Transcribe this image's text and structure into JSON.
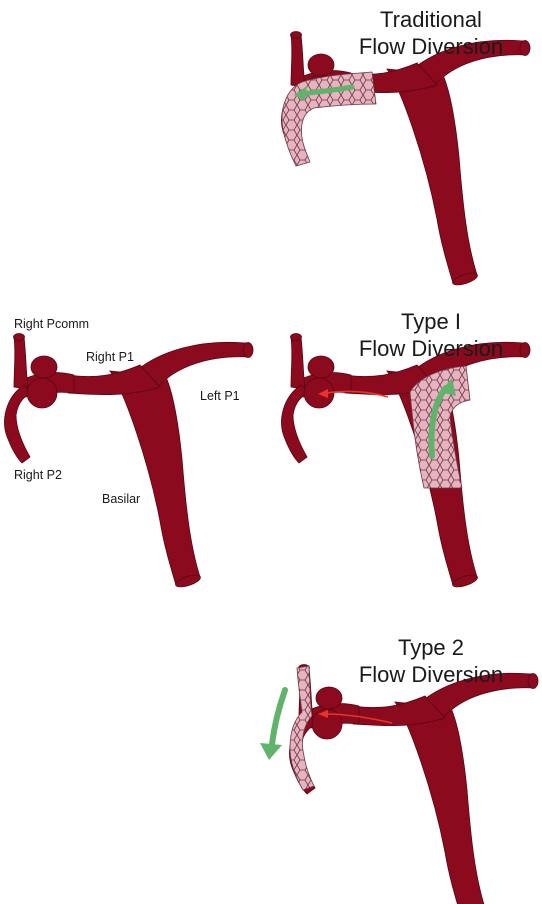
{
  "colors": {
    "vessel": "#8b0a1e",
    "vessel_outline": "#5a0512",
    "stent_fill": "#e6b3bf",
    "stent_line": "#6b3a46",
    "flow_arrow": "#5fb36a",
    "reverse_flow_arrow": "#e8342a"
  },
  "panels": {
    "traditional": {
      "title_line1": "Traditional",
      "title_line2": "Flow Diversion"
    },
    "type1": {
      "title_line1": "Type I",
      "title_line2": "Flow Diversion"
    },
    "type2": {
      "title_line1": "Type 2",
      "title_line2": "Flow Diversion"
    },
    "anatomy": {
      "labels": {
        "right_pcomm": "Right Pcomm",
        "right_p1": "Right P1",
        "right_p2": "Right P2",
        "left_p1": "Left P1",
        "basilar": "Basilar"
      }
    }
  }
}
